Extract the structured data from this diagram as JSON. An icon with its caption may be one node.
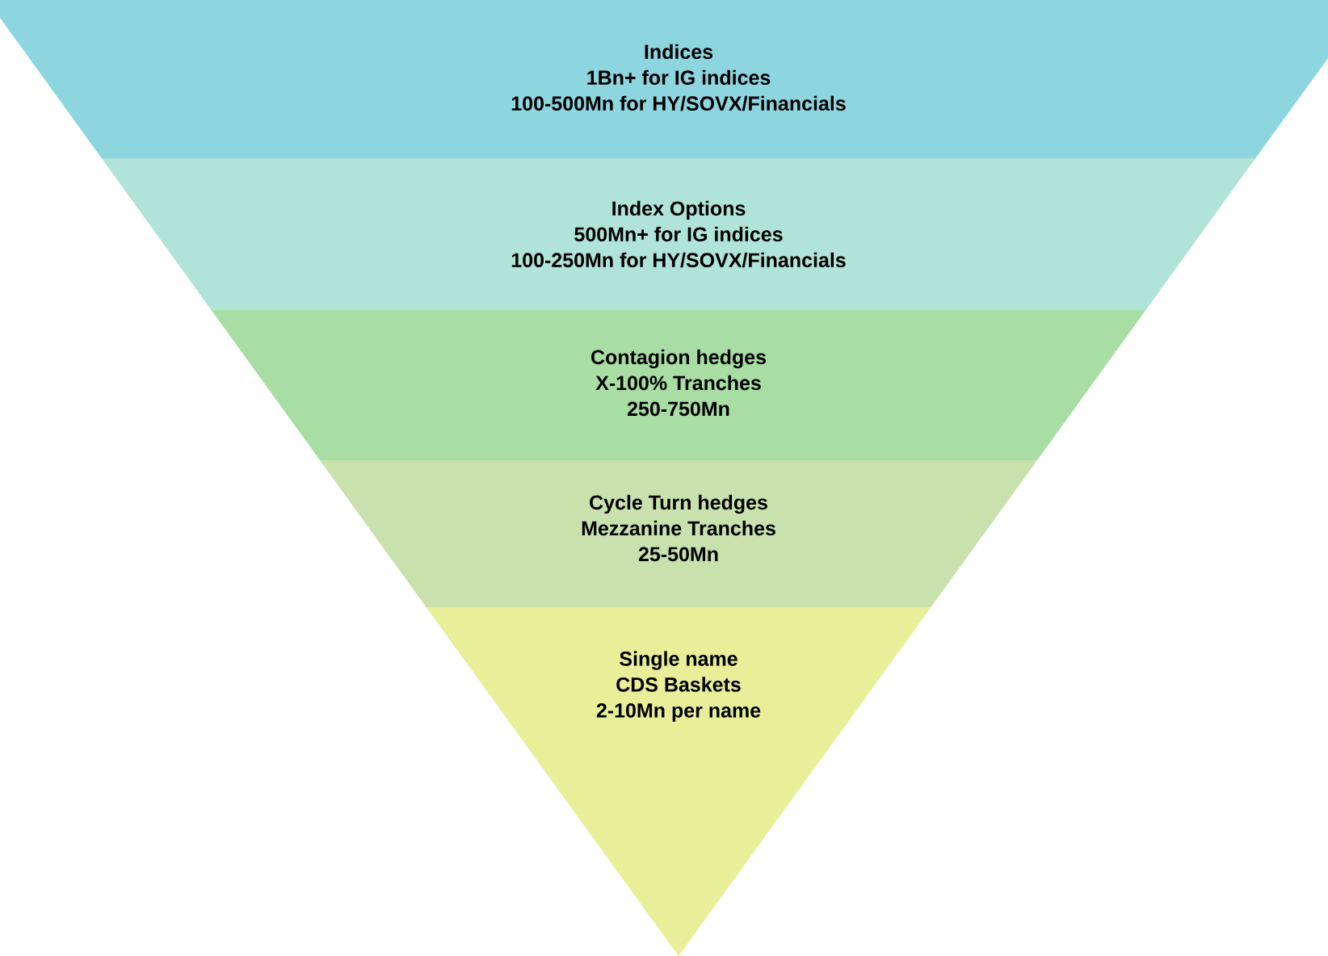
{
  "diagram": {
    "nodes": [
      {
        "text": [
          "Indices",
          "1Bn+ for IG indices",
          "100-500Mn for HY/SOVX/Financials"
        ]
      },
      {
        "text": [
          "Index Options",
          "500Mn+ for IG indices",
          "100-250Mn for HY/SOVX/Financials"
        ]
      },
      {
        "text": [
          "Contagion hedges",
          "X-100% Tranches",
          "250-750Mn"
        ]
      },
      {
        "text": [
          "Cycle Turn hedges",
          "Mezzanine Tranches",
          "25-50Mn"
        ]
      },
      {
        "text": [
          "Single name",
          "CDS Baskets",
          "2-10Mn per name"
        ]
      }
    ]
  }
}
